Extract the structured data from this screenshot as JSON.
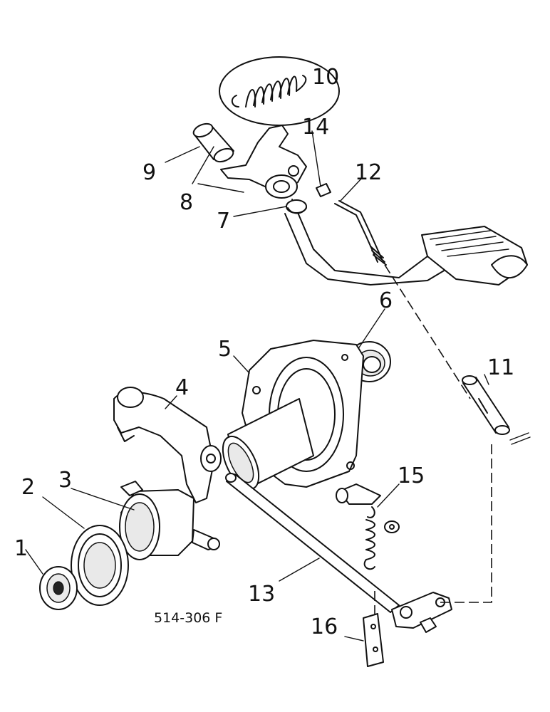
{
  "drawing_code": "514-306 F",
  "callouts": {
    "c1": "1",
    "c2": "2",
    "c3": "3",
    "c4": "4",
    "c5": "5",
    "c6": "6",
    "c7": "7",
    "c8": "8",
    "c9": "9",
    "c10": "10",
    "c11": "11",
    "c12": "12",
    "c13": "13",
    "c14": "14",
    "c15": "15",
    "c16": "16"
  }
}
